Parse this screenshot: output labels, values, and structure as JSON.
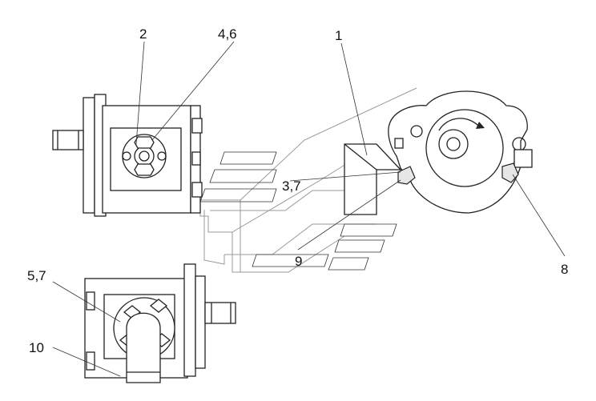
{
  "callouts": {
    "c2": "2",
    "c46": "4,6",
    "c1": "1",
    "c37": "3,7",
    "c9": "9",
    "c8": "8",
    "c57": "5,7",
    "c10": "10"
  }
}
